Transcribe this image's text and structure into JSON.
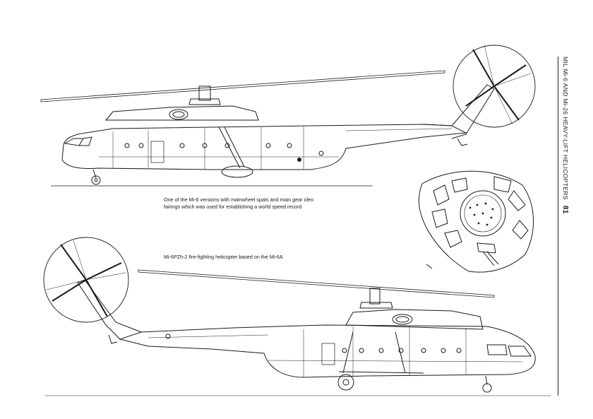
{
  "captions": {
    "top": "One of the Mi-6 versions with mainwheel spats and main gear oleo\nfairings which was used for establishing a world speed record",
    "bottom": "Mi-6PZh-2 fire-fighting helicopter based on the Mi-6A"
  },
  "running_head": {
    "title": "MIL Mi-6 AND Mi-26 HEAVY-LIFT HELICOPTERS",
    "page_number": "81"
  },
  "colors": {
    "ink": "#1a1a1a",
    "paper": "#ffffff"
  }
}
